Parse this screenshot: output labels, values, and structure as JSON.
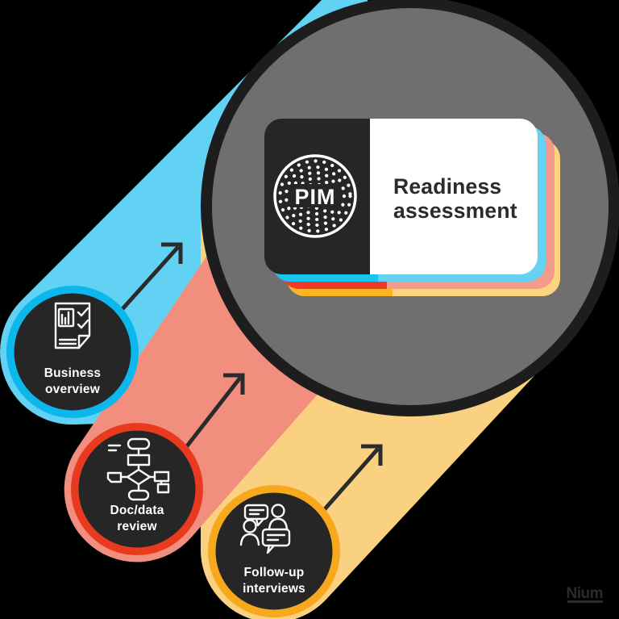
{
  "background_color": "#000000",
  "watermark": {
    "label": "Nium",
    "color": "#2b2b2b"
  },
  "arrow_color": "#2b2b2b",
  "big_circle": {
    "fill": "#6f6f6f",
    "border_color": "#1d1d1d"
  },
  "card": {
    "brand": "PIM",
    "title_line1": "Readiness",
    "title_line2": "assessment",
    "title_color": "#2b2b2b",
    "panel_color": "#262626",
    "face_color": "#ffffff",
    "stack": [
      {
        "name": "cyan-card",
        "solid": "#16c6f1",
        "pastel": "#66d2f3"
      },
      {
        "name": "red-card",
        "solid": "#ee3b26",
        "pastel": "#f59a8b"
      },
      {
        "name": "amber-card",
        "solid": "#fcb423",
        "pastel": "#fbd381"
      }
    ]
  },
  "steps": [
    {
      "label_line1": "Business",
      "label_line2": "overview",
      "ring_color": "#0cb7ec",
      "beam_color": "#61d1f4",
      "icon": "document-checklist-icon"
    },
    {
      "label_line1": "Doc/data",
      "label_line2": "review",
      "ring_color": "#e83a1f",
      "beam_color": "#f28e7e",
      "icon": "flowchart-icon"
    },
    {
      "label_line1": "Follow-up",
      "label_line2": "interviews",
      "ring_color": "#f8a81d",
      "beam_color": "#fad181",
      "icon": "conversation-icon"
    }
  ],
  "circle_fill": "#262626"
}
